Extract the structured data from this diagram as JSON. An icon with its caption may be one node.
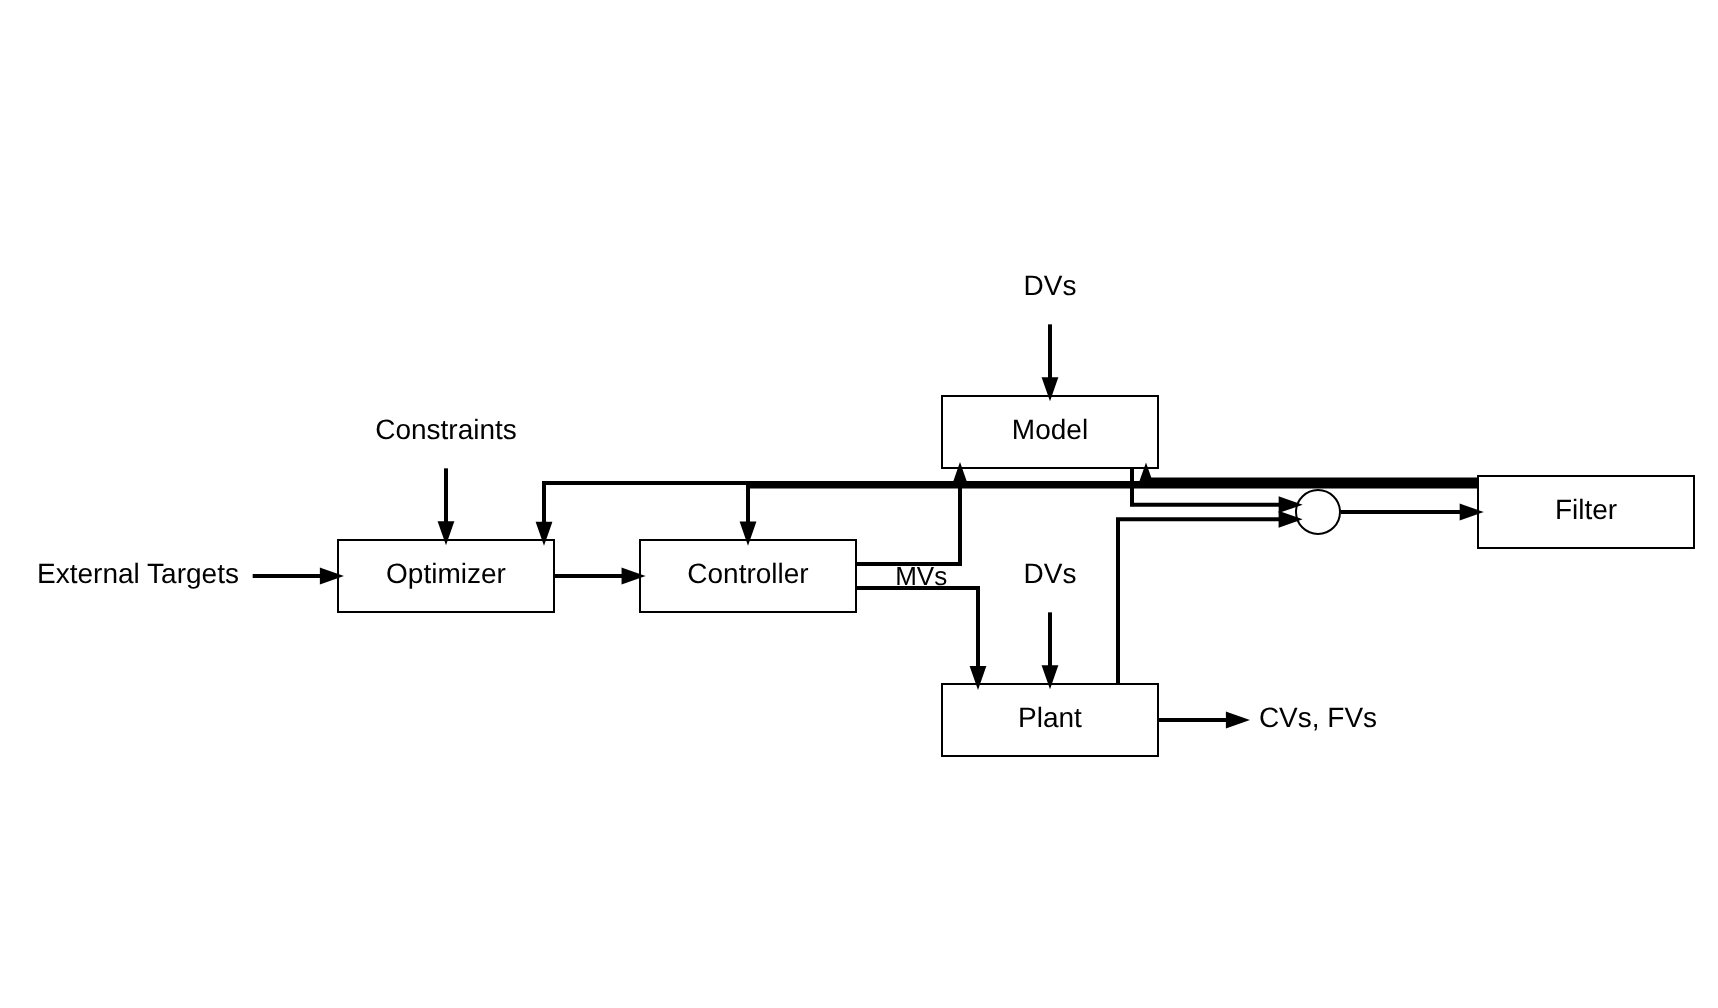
{
  "diagram": {
    "nodes": [
      {
        "text": [
          "External Targets"
        ]
      },
      {
        "text": [
          "Constraints"
        ]
      },
      {
        "text": [
          "Optimizer"
        ]
      },
      {
        "text": [
          "Controller"
        ]
      },
      {
        "text": [
          "DVs"
        ]
      },
      {
        "text": [
          "Plant"
        ]
      },
      {
        "text": [
          "CVs, FVs"
        ]
      },
      {
        "text": [
          "DVs"
        ]
      },
      {
        "text": [
          "Model"
        ]
      },
      {
        "text": [],
        "shape": "circle"
      },
      {
        "text": [
          "Filter"
        ]
      }
    ],
    "edges": [
      {
        "from": 0,
        "to": 2,
        "arrow": "to"
      },
      {
        "from": 1,
        "to": 2,
        "arrow": "to"
      },
      {
        "from": 2,
        "to": 3,
        "arrow": "to"
      },
      {
        "from": 3,
        "to": 5,
        "arrow": "to"
      },
      {
        "from": 4,
        "to": 5,
        "arrow": "to"
      },
      {
        "from": 5,
        "to": 6,
        "arrow": "to"
      },
      {
        "from": 3,
        "to": 8,
        "label": "MVs",
        "arrow": "to"
      },
      {
        "from": 7,
        "to": 8,
        "arrow": "to"
      },
      {
        "from": 5,
        "to": 9,
        "arrow": "to"
      },
      {
        "from": 8,
        "to": 9,
        "arrow": "to"
      },
      {
        "from": 9,
        "to": 10,
        "arrow": "to"
      },
      {
        "from": 10,
        "to": 8,
        "arrow": "to"
      },
      {
        "from": 10,
        "to": 2,
        "arrow": "to"
      },
      {
        "from": 10,
        "to": 3,
        "arrow": "to"
      }
    ]
  }
}
